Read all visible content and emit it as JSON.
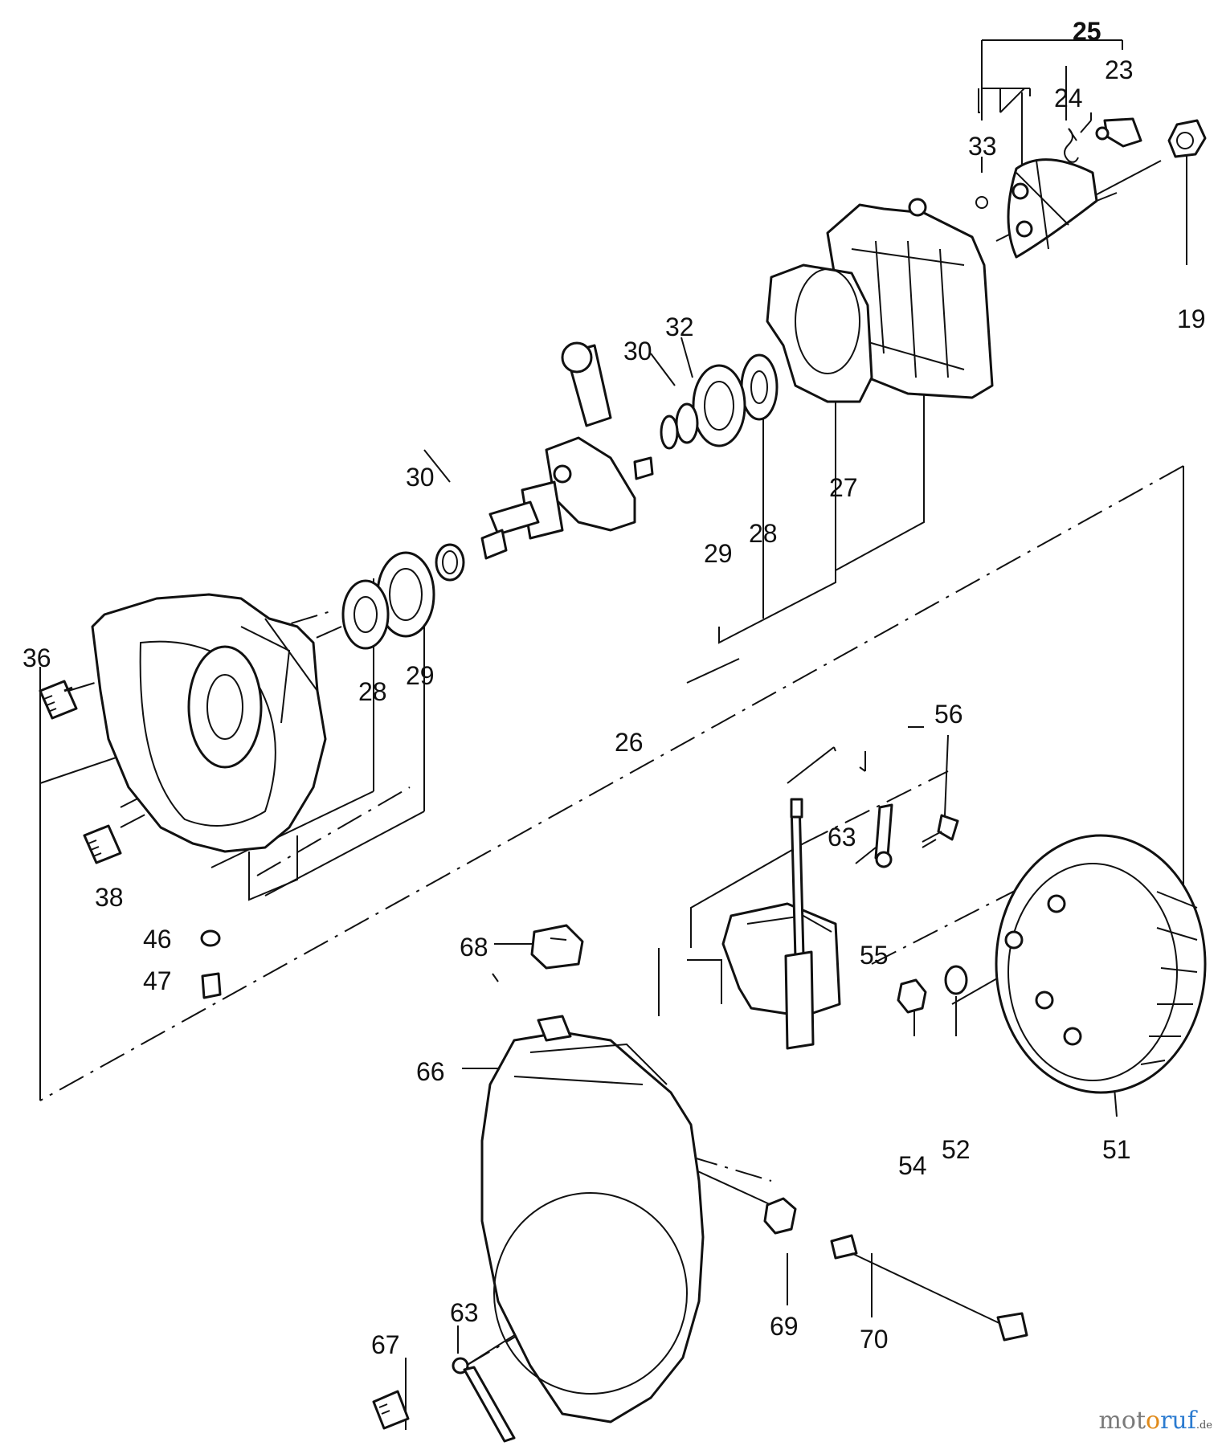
{
  "diagram": {
    "labels": [
      {
        "id": "lbl-25",
        "text": "25"
      },
      {
        "id": "lbl-23",
        "text": "23"
      },
      {
        "id": "lbl-24",
        "text": "24"
      },
      {
        "id": "lbl-33",
        "text": "33"
      },
      {
        "id": "lbl-19",
        "text": "19"
      },
      {
        "id": "lbl-30a",
        "text": "30"
      },
      {
        "id": "lbl-32",
        "text": "32"
      },
      {
        "id": "lbl-30b",
        "text": "30"
      },
      {
        "id": "lbl-27",
        "text": "27"
      },
      {
        "id": "lbl-29a",
        "text": "29"
      },
      {
        "id": "lbl-28a",
        "text": "28"
      },
      {
        "id": "lbl-36",
        "text": "36"
      },
      {
        "id": "lbl-28b",
        "text": "28"
      },
      {
        "id": "lbl-29b",
        "text": "29"
      },
      {
        "id": "lbl-26",
        "text": "26"
      },
      {
        "id": "lbl-56",
        "text": "56"
      },
      {
        "id": "lbl-63a",
        "text": "63"
      },
      {
        "id": "lbl-38",
        "text": "38"
      },
      {
        "id": "lbl-46",
        "text": "46"
      },
      {
        "id": "lbl-68",
        "text": "68"
      },
      {
        "id": "lbl-55",
        "text": "55"
      },
      {
        "id": "lbl-47",
        "text": "47"
      },
      {
        "id": "lbl-66",
        "text": "66"
      },
      {
        "id": "lbl-54",
        "text": "54"
      },
      {
        "id": "lbl-52",
        "text": "52"
      },
      {
        "id": "lbl-51",
        "text": "51"
      },
      {
        "id": "lbl-69",
        "text": "69"
      },
      {
        "id": "lbl-70",
        "text": "70"
      },
      {
        "id": "lbl-67",
        "text": "67"
      },
      {
        "id": "lbl-63b",
        "text": "63"
      }
    ]
  },
  "watermark": {
    "part1": "mot",
    "part2": "o",
    "part3": "ruf",
    "suffix": ".de"
  }
}
